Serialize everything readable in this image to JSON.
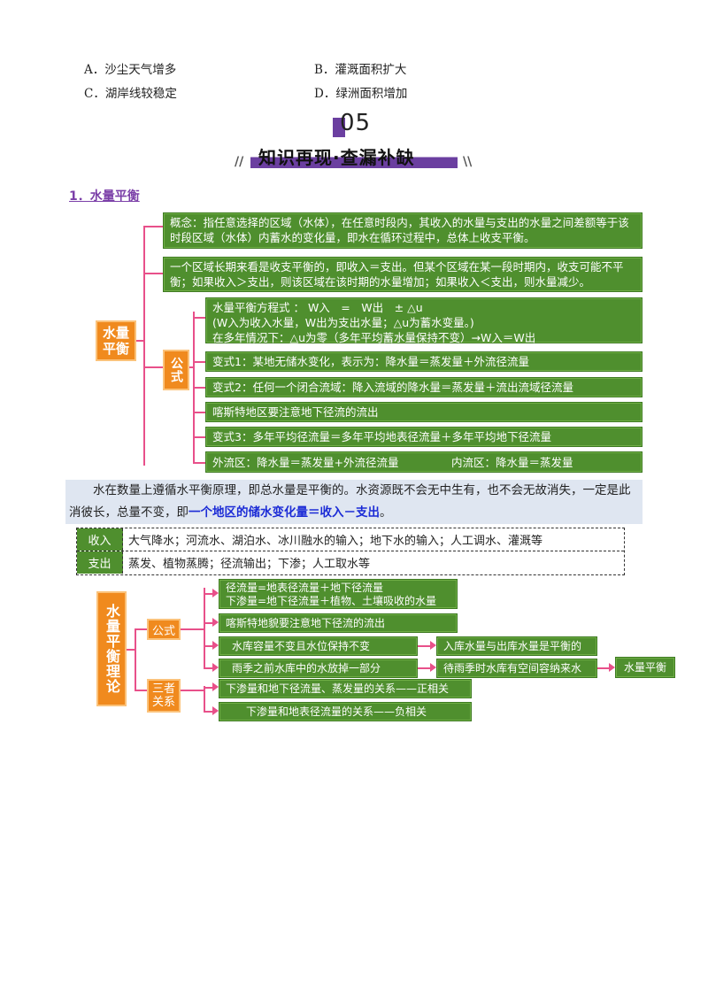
{
  "options": {
    "a": "A．沙尘天气增多",
    "b": "B．灌溉面积扩大",
    "c": "C．湖岸线较稳定",
    "d": "D．绿洲面积增加"
  },
  "section": {
    "number": "05",
    "title": "知识再现·查漏补缺",
    "left_mark": "//",
    "right_mark": "\\\\"
  },
  "topic1": {
    "heading": "1．水量平衡",
    "root_label": "水量平衡",
    "concept": "概念：指任意选择的区域（水体），在任意时段内，其收入的水量与支出的水量之间差额等于该时段区域（水体）内蓄水的变化量，即水在循环过程中，总体上收支平衡。",
    "long_term": "一个区域长期来看是收支平衡的，即收入＝支出。但某个区域在某一段时期内，收支可能不平衡；如果收入＞支出，则该区域在该时期的水量增加；如果收入＜支出，则水量减少。",
    "formula_label": "公式",
    "formula_main_1": "水量平衡方程式 ： W入　=　W出　± △u",
    "formula_main_2": "(W入为收入水量，W出为支出水量；△u为蓄水变量。)",
    "formula_main_3": "在多年情况下：△u为零（多年平均蓄水量保持不变）→W入＝W出",
    "variant1": "变式1：某地无储水变化，表示为：降水量＝蒸发量＋外流径流量",
    "variant2": "变式2：任何一个闭合流域：降入流域的降水量＝蒸发量＋流出流域径流量",
    "karst": "喀斯特地区要注意地下径流的流出",
    "variant3": "变式3：多年平均径流量＝多年平均地表径流量＋多年平均地下径流量",
    "exo": "外流区：降水量＝蒸发量+外流径流量",
    "endo": "内流区：降水量＝蒸发量"
  },
  "paragraph": {
    "text_1": "水在数量上遵循水平衡原理，即总水量是平衡的。水资源既不会无中生有，也不会无故消失，一定是此消彼长，总量不变，即",
    "highlight": "一个地区的储水变化量＝收入－支出",
    "text_2": "。"
  },
  "table": {
    "rows": [
      {
        "label": "收入",
        "value": "大气降水；河流水、湖泊水、冰川融水的输入；地下水的输入；人工调水、灌溉等"
      },
      {
        "label": "支出",
        "value": "蒸发、植物蒸腾；径流输出；下渗；人工取水等"
      }
    ]
  },
  "topic2": {
    "root_label": "水量平衡理论",
    "formula_label": "公式",
    "three_label": "三者关系",
    "runoff_1": "径流量=地表径流量＋地下径流量",
    "runoff_2": "下渗量=地下径流量＋植物、土壤吸收的水量",
    "karst": "喀斯特地貌要注意地下径流的流出",
    "reservoir": "水库容量不变且水位保持不变",
    "reservoir_result": "入库水量与出库水量是平衡的",
    "rain": "雨季之前水库中的水放掉一部分",
    "rain_result": "待雨季时水库有空间容纳来水",
    "balance": "水量平衡",
    "rel_positive": "下渗量和地下径流量、蒸发量的关系——正相关",
    "rel_negative": "下渗量和地表径流量的关系——负相关"
  }
}
